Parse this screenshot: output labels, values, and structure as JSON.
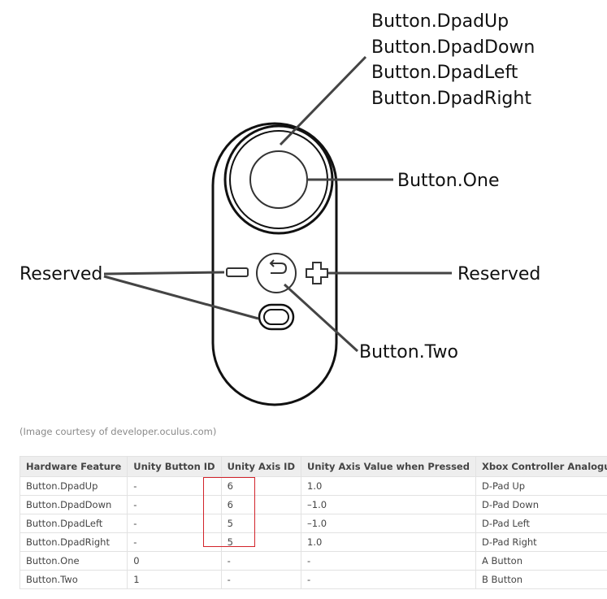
{
  "diagram": {
    "labels": {
      "dpad_up": "Button.DpadUp",
      "dpad_down": "Button.DpadDown",
      "dpad_left": "Button.DpadLeft",
      "dpad_right": "Button.DpadRight",
      "button_one": "Button.One",
      "reserved_left": "Reserved",
      "reserved_right": "Reserved",
      "button_two": "Button.Two"
    },
    "caption": "(Image courtesy of developer.oculus.com)"
  },
  "table": {
    "headers": [
      "Hardware Feature",
      "Unity Button ID",
      "Unity Axis ID",
      "Unity Axis Value when Pressed",
      "Xbox Controller Analogue"
    ],
    "rows": [
      [
        "Button.DpadUp",
        "-",
        "6",
        "1.0",
        "D-Pad Up"
      ],
      [
        "Button.DpadDown",
        "-",
        "6",
        "–1.0",
        "D-Pad Down"
      ],
      [
        "Button.DpadLeft",
        "-",
        "5",
        "–1.0",
        "D-Pad Left"
      ],
      [
        "Button.DpadRight",
        "-",
        "5",
        "1.0",
        "D-Pad Right"
      ],
      [
        "Button.One",
        "0",
        "-",
        "-",
        "A Button"
      ],
      [
        "Button.Two",
        "1",
        "-",
        "-",
        "B Button"
      ]
    ]
  },
  "colors": {
    "highlight": "#d2232a",
    "header_bg": "#eeeeee"
  }
}
